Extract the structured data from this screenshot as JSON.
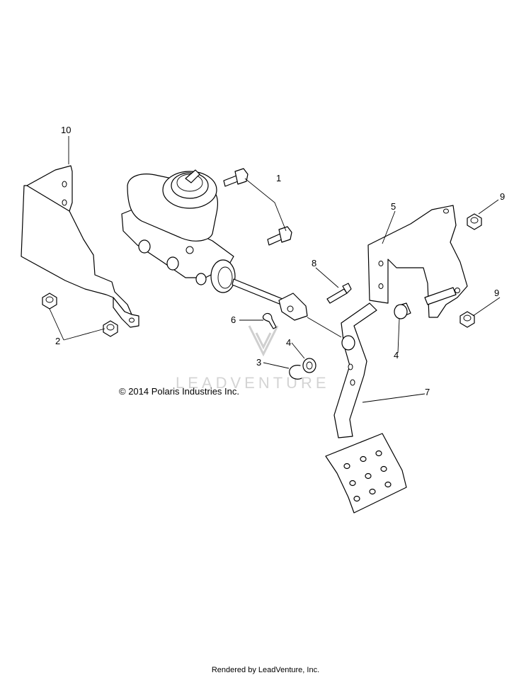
{
  "watermark": {
    "text": "LEADVENTURE"
  },
  "copyright": "© 2014 Polaris Industries Inc.",
  "footer": "Rendered by LeadVenture, Inc.",
  "callouts": [
    {
      "id": "c10",
      "label": "10"
    },
    {
      "id": "c1",
      "label": "1"
    },
    {
      "id": "c9a",
      "label": "9"
    },
    {
      "id": "c5",
      "label": "5"
    },
    {
      "id": "c8",
      "label": "8"
    },
    {
      "id": "c9b",
      "label": "9"
    },
    {
      "id": "c6",
      "label": "6"
    },
    {
      "id": "c2",
      "label": "2"
    },
    {
      "id": "c4a",
      "label": "4"
    },
    {
      "id": "c4b",
      "label": "4"
    },
    {
      "id": "c3",
      "label": "3"
    },
    {
      "id": "c7",
      "label": "7"
    }
  ]
}
